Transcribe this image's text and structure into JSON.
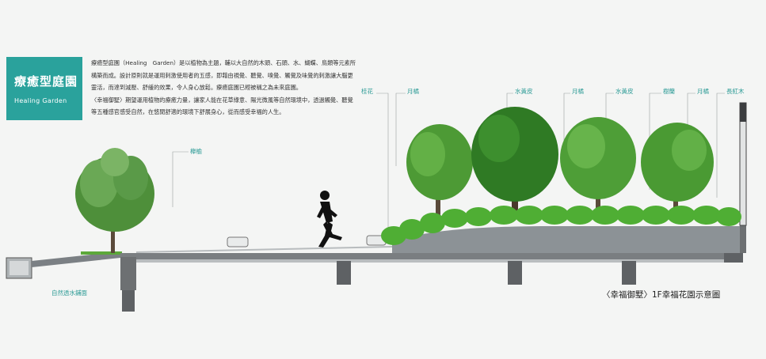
{
  "title": {
    "zh": "療癒型庭園",
    "en": "Healing Garden"
  },
  "description": [
    "療癒型庭園（Healing　Garden）是以植物為主題，輔以大自然的木頭、石頭、水、蝴蝶、鳥類等元素所構築而成。設計原則就是運用刺激使用者的五感，即藉由視覺、聽覺、嗅覺、觸覺及味覺的刺激讓大腦更靈活，而達到減壓、舒緩的效果，令人身心放鬆。療癒庭園已經被稱之為未來庭園。",
    "〈幸福御墅〉期望運用植物的療癒力量，讓家人能在花草綠意、陽光微風等自然環境中，透過觸覺、聽覺等五種感官感受自然，在悠閒舒適的環境下舒展身心，從而感受幸福的人生。"
  ],
  "plant_labels": {
    "keyaki": "櫸榆",
    "osmanthus": "桂花",
    "murraya_1": "月橘",
    "tabebuia_1": "水黃皮",
    "murraya_2": "月橘",
    "tabebuia_2": "水黃皮",
    "aglaia": "樹蘭",
    "murraya_3": "月橘",
    "ixora": "長紅木"
  },
  "ground_label": "自然透水鋪面",
  "caption": "〈幸福御墅〉1F幸福花園示意圖",
  "colors": {
    "accent": "#2aa29c",
    "label": "#2a9a95",
    "structure": "#6d7072",
    "soil": "#8c9296",
    "foliage": "#3f8f2c",
    "shrub": "#4fae34"
  }
}
